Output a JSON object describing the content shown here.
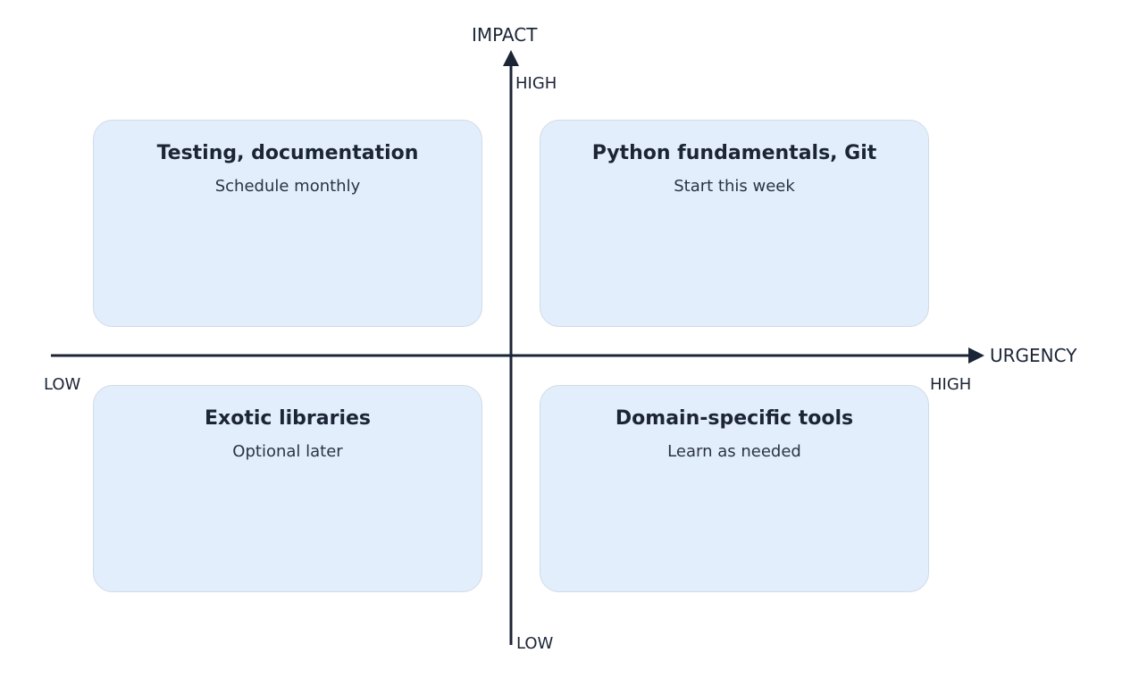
{
  "axes": {
    "y_label": "IMPACT",
    "x_label": "URGENCY",
    "y_high": "HIGH",
    "y_low": "LOW",
    "x_low": "LOW",
    "x_high": "HIGH"
  },
  "quadrants": {
    "top_left": {
      "title": "Testing, documentation",
      "subtitle": "Schedule monthly"
    },
    "top_right": {
      "title": "Python fundamentals, Git",
      "subtitle": "Start this week"
    },
    "bottom_left": {
      "title": "Exotic libraries",
      "subtitle": "Optional later"
    },
    "bottom_right": {
      "title": "Domain-specific tools",
      "subtitle": "Learn as needed"
    }
  },
  "colors": {
    "quadrant_fill": "#e3eefc",
    "quadrant_border": "#d2dae5",
    "axis": "#1c2536"
  }
}
